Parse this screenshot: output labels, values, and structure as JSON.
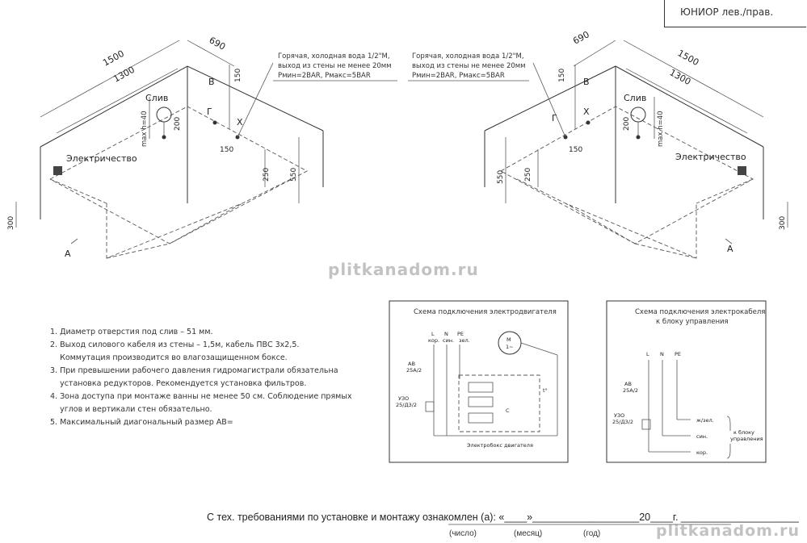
{
  "title": "ЮНИОР лев./прав.",
  "watermark": "plitkanadom.ru",
  "left_view": {
    "dims": [
      "1500",
      "1300",
      "690",
      "150",
      "150",
      "200",
      "250",
      "550",
      "300",
      "max h=40"
    ],
    "labels": {
      "drain": "Слив",
      "power": "Электричество",
      "b": "В",
      "g": "Г",
      "x": "Х",
      "a": "А"
    }
  },
  "right_view": {
    "dims": [
      "690",
      "1500",
      "1300",
      "150",
      "150",
      "200",
      "550",
      "250",
      "300",
      "max h=40"
    ],
    "labels": {
      "drain": "Слив",
      "power": "Электричество",
      "b": "В",
      "g": "Г",
      "x": "Х",
      "a": "А"
    }
  },
  "water_note": [
    "Горячая, холодная вода 1/2\"М,",
    "выход из стены не менее 20мм",
    "Рмин=2BAR, Рмакс=5BAR"
  ],
  "notes": [
    "1. Диаметр отверстия под слив – 51 мм.",
    "2. Выход силового кабеля из стены – 1,5м, кабель ПВС 3х2,5.",
    "    Коммутация производится во влагозащищенном боксе.",
    "3. При превышении рабочего давления гидромагистрали обязательна",
    "    установка редукторов. Рекомендуется установка фильтров.",
    "4. Зона доступа при монтаже ванны не менее 50 см. Соблюдение прямых",
    "    углов и вертикали стен обязательно.",
    "5. Максимальный диагональный размер АВ="
  ],
  "scheme_motor": {
    "title": "Схема подключения электродвигателя",
    "L": "L",
    "N": "N",
    "PE": "PE",
    "wire_l": "кор.",
    "wire_n": "син.",
    "wire_pe": "зел.",
    "breaker": [
      "АВ",
      "25А/2"
    ],
    "rcd": [
      "УЗО",
      "25/ДЗ/2"
    ],
    "motor": [
      "M",
      "1~"
    ],
    "cap": "C",
    "thermo": "t°",
    "box": "Электробокс двигателя"
  },
  "scheme_cable": {
    "title": [
      "Схема подключения электрокабеля",
      "к блоку управления"
    ],
    "L": "L",
    "N": "N",
    "PE": "PE",
    "breaker": [
      "АВ",
      "25А/2"
    ],
    "rcd": [
      "УЗО",
      "25/ДЗ/2"
    ],
    "w1": "ж/зел.",
    "w2": "син.",
    "w3": "кор.",
    "to_block": [
      "к блоку",
      "управления"
    ]
  },
  "acknowledgement": {
    "text": "С тех. требованиями по установке и монтажу ознакомлен (а): «____»___________________20____г. _____________________",
    "sub_day": "(число)",
    "sub_month": "(месяц)",
    "sub_year": "(год)"
  }
}
